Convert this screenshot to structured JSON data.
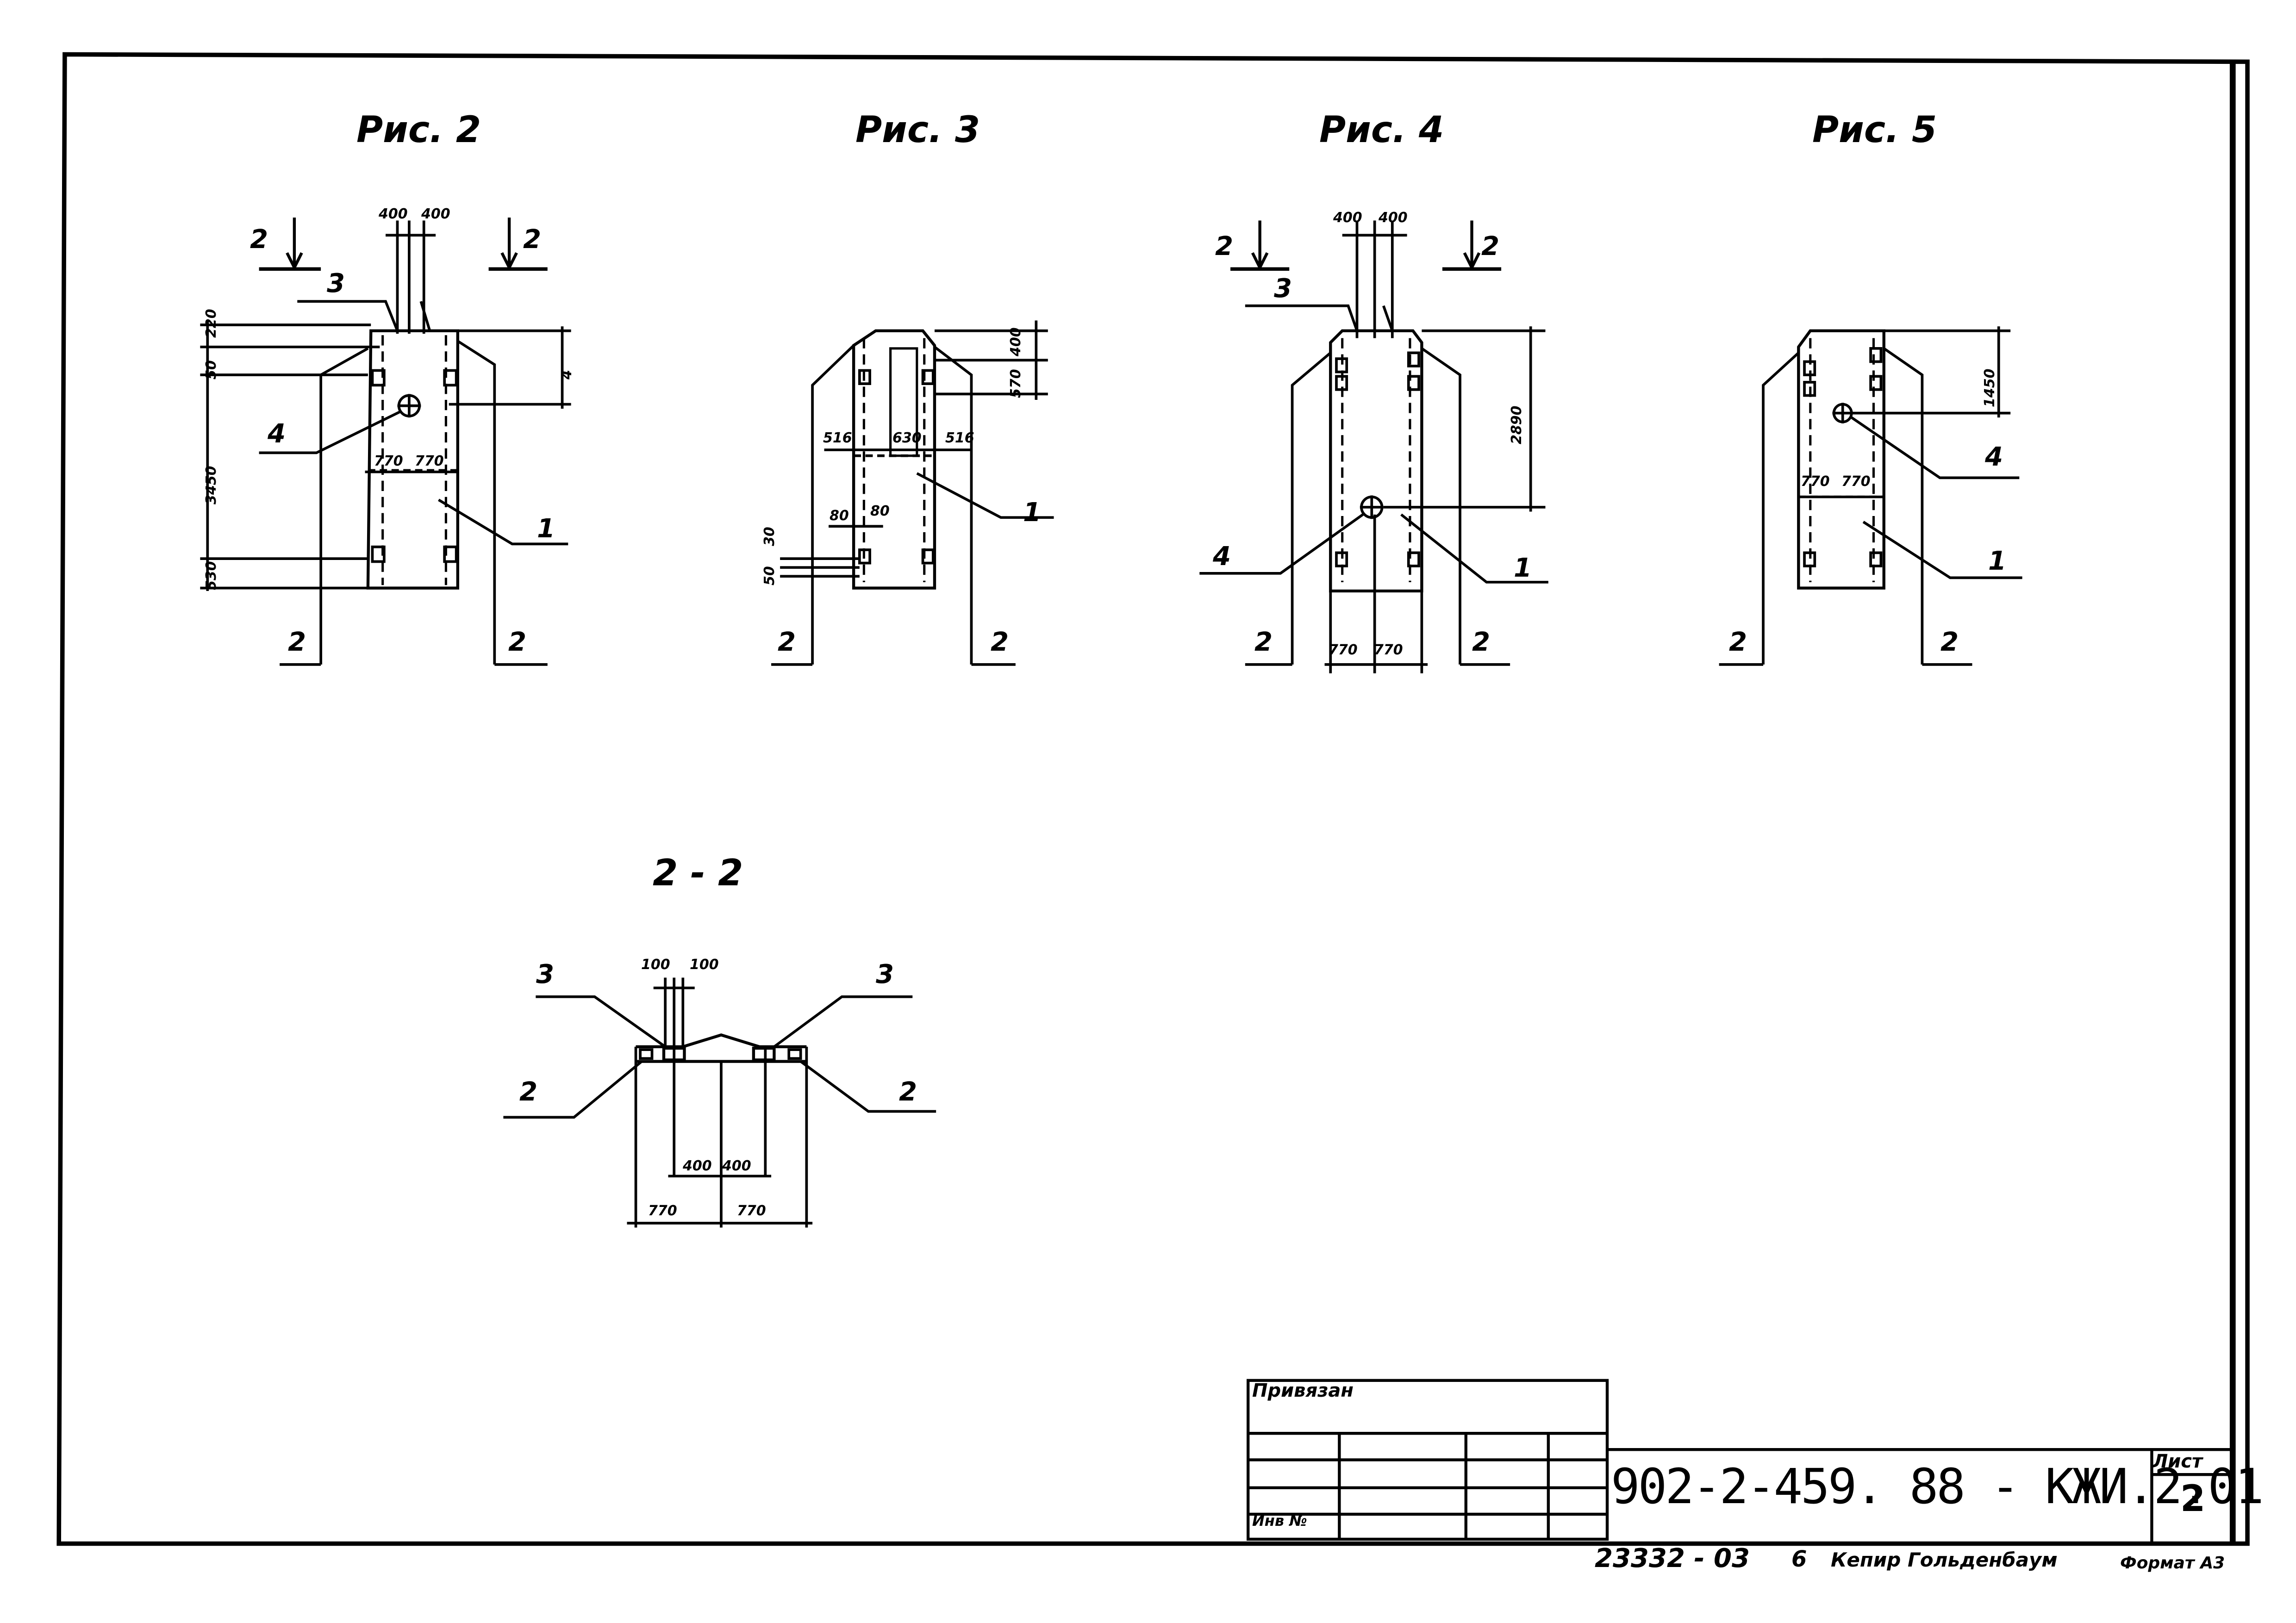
{
  "figures": {
    "fig2": {
      "title": "Рис. 2",
      "dims": {
        "top_left": "400",
        "top_right": "400",
        "v_220": "220",
        "v_50": "50",
        "v_3450": "3450",
        "v_530": "530",
        "v_a": "4",
        "h_left": "770",
        "h_right": "770"
      },
      "labels": {
        "section_left": "2",
        "section_right": "2",
        "leader3": "3",
        "leader4": "4",
        "leader1": "1",
        "bottom_left": "2",
        "bottom_right": "2"
      }
    },
    "fig3": {
      "title": "Рис. 3",
      "dims": {
        "v_400": "400",
        "v_570": "570",
        "h_516a": "516",
        "h_630": "630",
        "h_516b": "516",
        "h_80a": "80",
        "h_80b": "80",
        "v_30": "30",
        "v_50": "50"
      },
      "labels": {
        "leader1": "1",
        "bottom_left": "2",
        "bottom_right": "2"
      }
    },
    "fig4": {
      "title": "Рис. 4",
      "dims": {
        "top_left": "400",
        "top_right": "400",
        "v_2890": "2890",
        "h_left": "770",
        "h_right": "770"
      },
      "labels": {
        "section_left": "2",
        "section_right": "2",
        "leader3": "3",
        "leader4": "4",
        "leader1": "1",
        "bottom_left": "2",
        "bottom_right": "2"
      }
    },
    "fig5": {
      "title": "Рис. 5",
      "dims": {
        "v_1450": "1450",
        "h_left": "770",
        "h_right": "770"
      },
      "labels": {
        "leader4": "4",
        "leader1": "1",
        "bottom_left": "2",
        "bottom_right": "2"
      }
    },
    "section": {
      "title": "2 - 2",
      "dims": {
        "top_left": "100",
        "top_right": "100",
        "mid_left": "400",
        "mid_right": "400",
        "bot_left": "770",
        "bot_right": "770"
      },
      "labels": {
        "left3": "3",
        "right3": "3",
        "left2": "2",
        "right2": "2"
      }
    }
  },
  "title_block": {
    "privyazan": "Привязан",
    "inv": "Инв №",
    "doc_code": "902-2-459. 88 -  КЖИ.2.01",
    "sheet_label": "Лист",
    "sheet_no": "2"
  },
  "footer": {
    "order": "23332 - 03",
    "sheet": "6",
    "names": "Кепир Гольденбаум",
    "format": "Формат А3"
  }
}
